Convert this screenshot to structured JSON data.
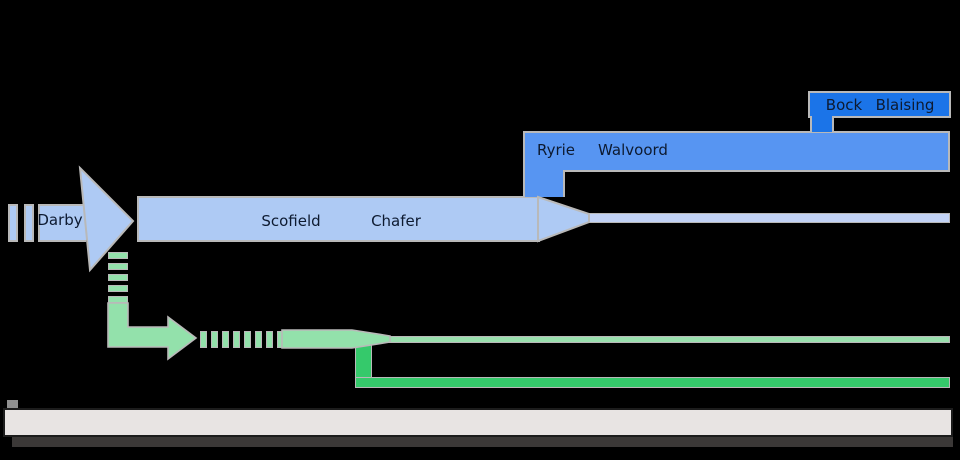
{
  "colors": {
    "background": "#000000",
    "light_blue": "#aecaf4",
    "pale_blue_line": "#c2d2f5",
    "medium_blue": "#5795f2",
    "strong_blue": "#1b74e8",
    "light_green": "#93e1ab",
    "pale_green_line": "#9adfae",
    "dark_green": "#35c96b",
    "outline_gray": "#b9b9b9",
    "label_text": "#0d1a30",
    "timeline_fill": "#e8e4e3",
    "timeline_border": "#1c1c1c",
    "timeline_shadow": "#3b3837"
  },
  "figures": {
    "founder": {
      "label": "Darby"
    },
    "classical": {
      "left": "Scofield",
      "right": "Chafer"
    },
    "revised": {
      "left": "Ryrie",
      "right": "Walvoord"
    },
    "progressive": {
      "left": "Bock",
      "right": "Blaising"
    }
  }
}
